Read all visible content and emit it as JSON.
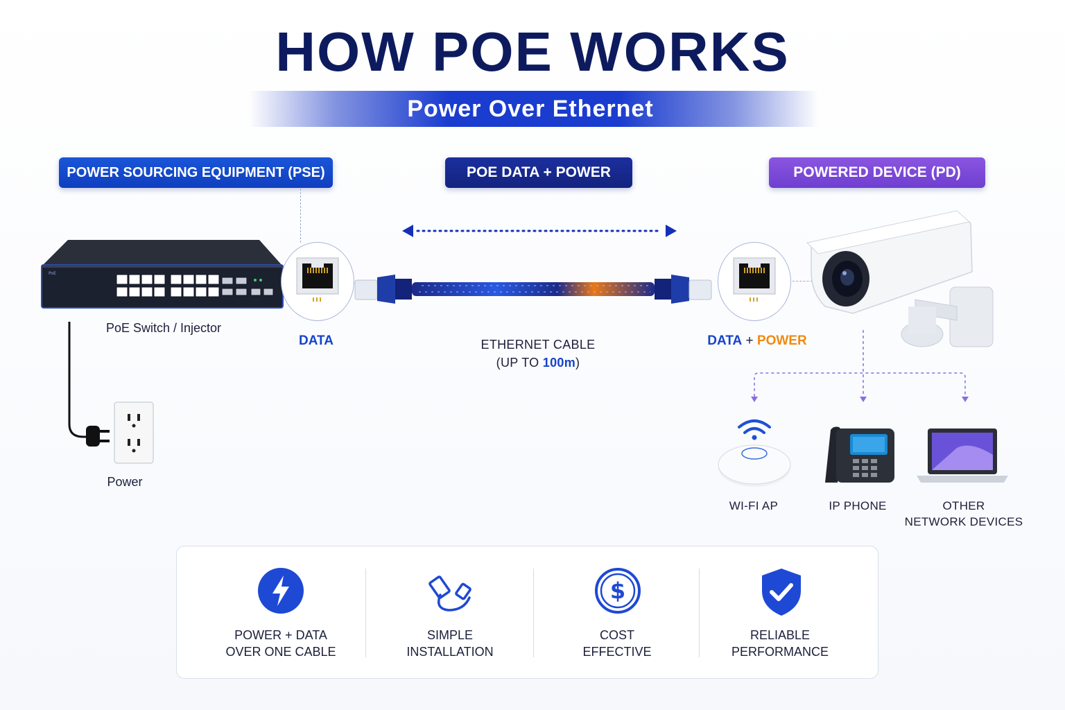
{
  "header": {
    "title": "HOW POE WORKS",
    "subtitle": "Power Over Ethernet"
  },
  "sections": {
    "pse": "POWER SOURCING EQUIPMENT (PSE)",
    "poe": "POE DATA + POWER",
    "pd": "POWERED DEVICE (PD)"
  },
  "pse": {
    "device_label": "PoE Switch / Injector",
    "power_label": "Power",
    "port_label": "DATA"
  },
  "cable": {
    "line1": "ETHERNET CABLE",
    "line2_prefix": "(UP TO ",
    "line2_value": "100m",
    "line2_suffix": ")"
  },
  "pd": {
    "port_label_data": "DATA",
    "port_label_plus": " + ",
    "port_label_power": "POWER",
    "devices": [
      {
        "label": "WI-FI AP",
        "icon": "wifi-access-point-icon"
      },
      {
        "label": "IP PHONE",
        "icon": "ip-phone-icon"
      },
      {
        "label_line1": "OTHER",
        "label_line2": "NETWORK DEVICES",
        "icon": "laptop-icon"
      }
    ]
  },
  "benefits": [
    {
      "line1": "POWER + DATA",
      "line2": "OVER ONE CABLE",
      "icon": "lightning-bolt-icon"
    },
    {
      "line1": "SIMPLE",
      "line2": "INSTALLATION",
      "icon": "ethernet-plug-icon"
    },
    {
      "line1": "COST",
      "line2": "EFFECTIVE",
      "icon": "dollar-coin-icon"
    },
    {
      "line1": "RELIABLE",
      "line2": "PERFORMANCE",
      "icon": "shield-check-icon"
    }
  ],
  "colors": {
    "navy": "#0d1b5e",
    "blue": "#1644c8",
    "purple": "#7a48d8",
    "orange": "#f08a12"
  }
}
